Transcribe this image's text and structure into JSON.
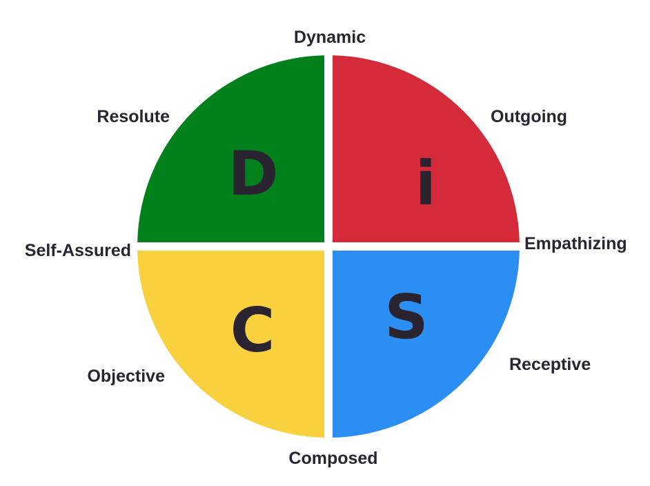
{
  "quadrants": {
    "d": {
      "letter": "D",
      "color": "#01801c"
    },
    "i": {
      "letter": "i",
      "color": "#d42a3a"
    },
    "s": {
      "letter": "S",
      "color": "#2b8ef3"
    },
    "c": {
      "letter": "C",
      "color": "#f9d13f"
    }
  },
  "traits": {
    "dynamic": "Dynamic",
    "outgoing": "Outgoing",
    "empathizing": "Empathizing",
    "receptive": "Receptive",
    "composed": "Composed",
    "objective": "Objective",
    "self_assured": "Self-Assured",
    "resolute": "Resolute"
  },
  "colors": {
    "text": "#2a2430",
    "divider": "#ffffff"
  }
}
